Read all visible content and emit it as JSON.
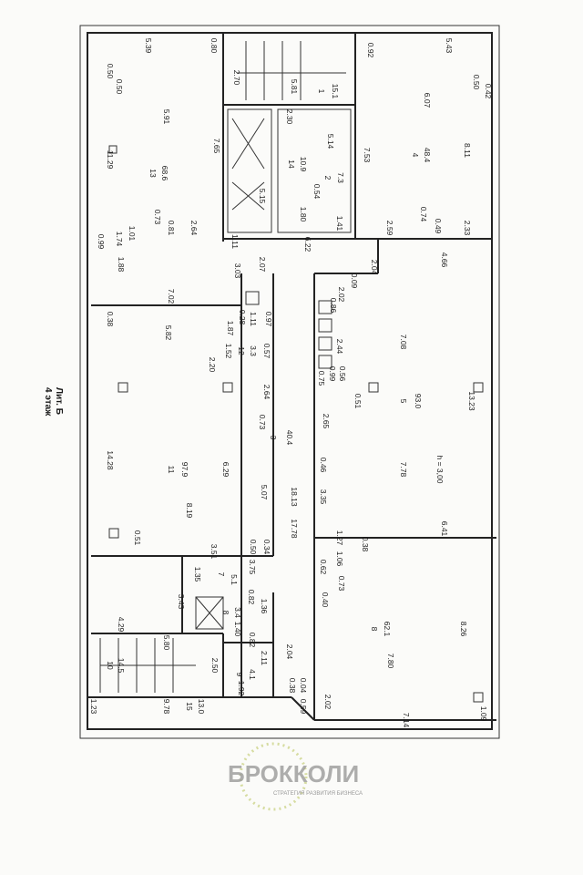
{
  "title": {
    "building": "Лит. Б",
    "floor": "4 этаж"
  },
  "watermark": {
    "brand": "БРОККОЛИ",
    "tagline": "СТРАТЕГИЯ РАЗВИТИЯ БИЗНЕСА"
  },
  "labels": [
    "5.39",
    "0.80",
    "0.50",
    "0.50",
    "5.91",
    "11.29",
    "13",
    "68.6",
    "7.65",
    "2.64",
    "0.99",
    "1.88",
    "7.02",
    "0.73",
    "0.81",
    "1.74",
    "1.01",
    "2.70",
    "5.81",
    "1",
    "15.1",
    "0.92",
    "2.30",
    "14",
    "10.9",
    "5.15",
    "5.14",
    "2",
    "7.3",
    "0.54",
    "1.80",
    "1.41",
    "5.43",
    "0.50",
    "0.42",
    "6.07",
    "7.53",
    "4",
    "48.4",
    "8.11",
    "0.74",
    "0.49",
    "2.59",
    "2.33",
    "1.11",
    "6.22",
    "2.07",
    "3.03",
    "2.04",
    "4.66",
    "0.09",
    "2.02",
    "0.38",
    "5.82",
    "1.87",
    "0.28",
    "1.11",
    "0.97",
    "12",
    "3.3",
    "1.52",
    "0.57",
    "2.20",
    "0.86",
    "2.44",
    "7.08",
    "0.75",
    "0.99",
    "0.56",
    "2.64",
    "0.51",
    "5",
    "93.0",
    "13.23",
    "2.65",
    "0.73",
    "3",
    "40.4",
    "14.28",
    "11",
    "97.9",
    "6.29",
    "8.19",
    "0.46",
    "7.78",
    "h = 3,00",
    "5.07",
    "18.13",
    "3.35",
    "0.51",
    "6.41",
    "17.78",
    "1.27",
    "0.38",
    "3.51",
    "0.50",
    "0.34",
    "1.06",
    "0.62",
    "1.35",
    "3.75",
    "7",
    "5.1",
    "0.73",
    "0.40",
    "3.43",
    "0.82",
    "8",
    "3.4",
    "1.36",
    "4.29",
    "1.40",
    "0.82",
    "8",
    "62.1",
    "8.26",
    "5.80",
    "7.80",
    "10",
    "14.5",
    "2.50",
    "9",
    "4.1",
    "2.11",
    "2.04",
    "1.92",
    "0.38",
    "0.04",
    "1.23",
    "9.78",
    "15",
    "13.0",
    "0.59",
    "2.02",
    "7.14",
    "1.09"
  ]
}
